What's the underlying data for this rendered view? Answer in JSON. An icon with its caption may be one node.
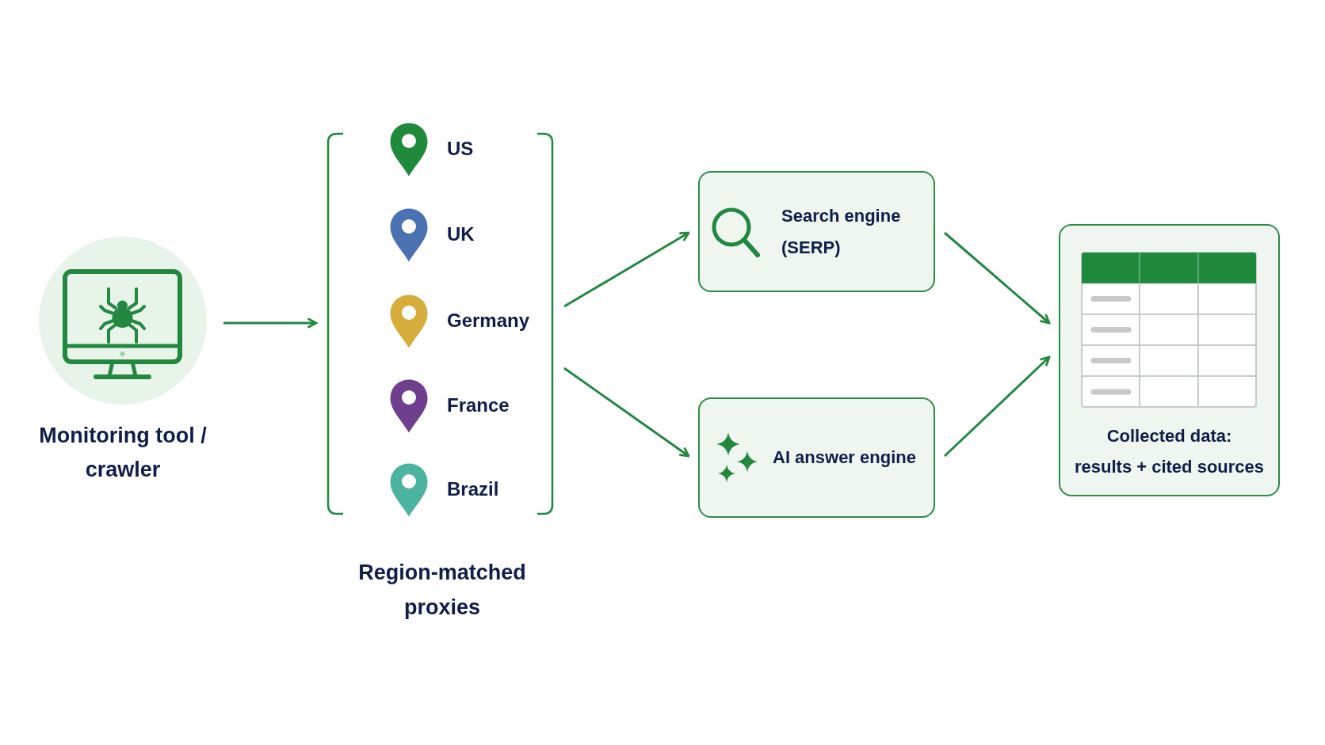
{
  "diagram": {
    "nodes": [
      {
        "text": [
          "Monitoring tool / crawler"
        ]
      },
      {
        "text": [
          "Region-matched proxies"
        ]
      },
      {
        "text": [
          "Search engine (SERP)"
        ]
      },
      {
        "text": [
          "AI answer engine"
        ]
      },
      {
        "text": [
          "Collected data: results + cited sources"
        ]
      }
    ],
    "edges": [
      {
        "from": 0,
        "to": 1,
        "arrow": "to"
      },
      {
        "from": 1,
        "to": 2,
        "arrow": "to"
      },
      {
        "from": 1,
        "to": 3,
        "arrow": "to"
      },
      {
        "from": 2,
        "to": 4,
        "arrow": "to"
      },
      {
        "from": 3,
        "to": 4,
        "arrow": "to"
      }
    ],
    "labels": [
      "US",
      "UK",
      "Germany",
      "France",
      "Brazil"
    ]
  }
}
